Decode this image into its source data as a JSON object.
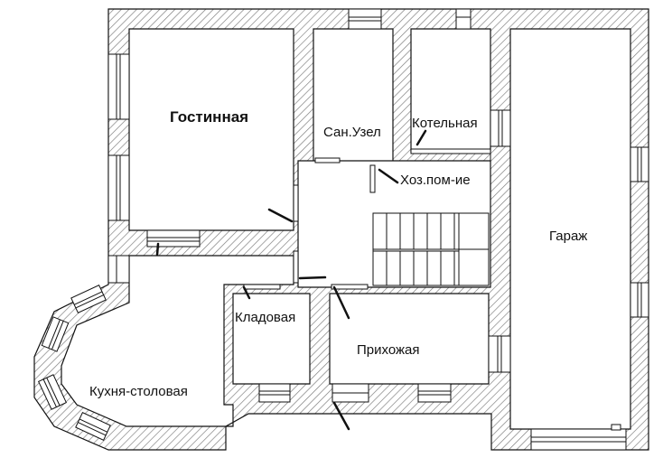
{
  "plan": {
    "rooms": [
      {
        "key": "living",
        "name": "Гостинная"
      },
      {
        "key": "wc",
        "name": "Сан.Узел"
      },
      {
        "key": "boiler",
        "name": "Котельная"
      },
      {
        "key": "utility",
        "name": "Хоз.пом-ие"
      },
      {
        "key": "garage",
        "name": "Гараж"
      },
      {
        "key": "pantry",
        "name": "Кладовая"
      },
      {
        "key": "hall",
        "name": "Прихожая"
      },
      {
        "key": "kitchen",
        "name": "Кухня-столовая"
      }
    ],
    "colors": {
      "wall_hatch": "#888888",
      "line": "#111111",
      "background": "#ffffff"
    }
  }
}
